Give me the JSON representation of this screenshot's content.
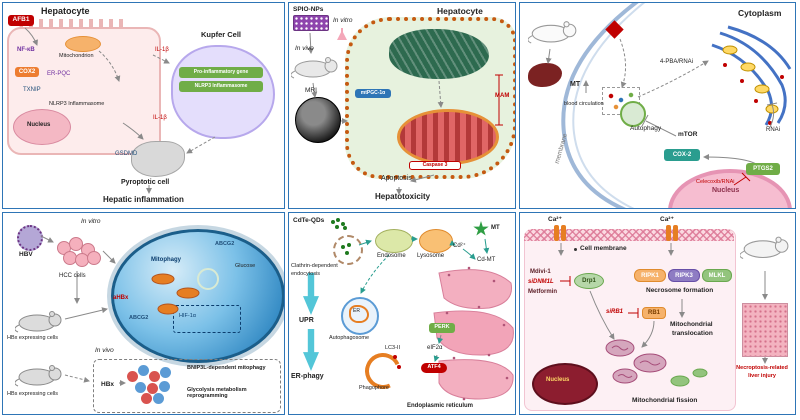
{
  "figure": {
    "panel1": {
      "title": "Hepatocyte",
      "afb1": "AFB1",
      "nfkb": "NF-κB",
      "mitochondrion": "Mitochondrion",
      "cox2": "COX2",
      "er_pqc": "ER-PQC",
      "txnip": "TXNIP",
      "nlrp3_hep": "NLRP3 Inflammasome",
      "nucleus": "Nucleus",
      "kupffer_title": "Kupfer Cell",
      "pro_inflammatory": "Pro-inflammatory gene",
      "nlrp3_kupffer": "NLRP3 Inflammasome",
      "il1b_top": "IL-1β",
      "il1b_bottom": "IL-1β",
      "gsdmd": "GSDMD",
      "pyroptotic": "Pyroptotic cell",
      "hepatic_inflammation": "Hepatic inflammation"
    },
    "panel2": {
      "spio": "SPIO-NPs",
      "in_vitro": "In vitro",
      "in_vivo": "In vivo",
      "mri": "MRI",
      "title": "Hepatocyte",
      "mam": "MAM",
      "mtpgc": "mtPGC-1α",
      "caspase": "Caspase 3",
      "apoptosis": "Apoptosis",
      "hepatotoxicity": "Hepatotoxicity"
    },
    "panel3": {
      "cytoplasm": "Cytoplasm",
      "mt": "MT",
      "blood": "blood circulation",
      "pba": "4-PBA/RNAi",
      "autophagy": "Autophagy",
      "mtor": "mTOR",
      "cox2": "COX-2",
      "celecoxib": "Celecoxib/RNAi",
      "ptgs2": "PTGS2",
      "rnai": "RNAi",
      "membrane": "membrane",
      "nucleus": "Nucleus"
    },
    "panel4": {
      "in_vitro": "In vitro",
      "hbv": "HBV",
      "hcc": "HCC cells",
      "hbx_cells": "HBx expressing cells",
      "in_vivo": "In vivo",
      "hbs_cells": "HBs expressing cells",
      "mitophagy": "Mitophagy",
      "abcg2_a": "ABCG2",
      "abcg2_b": "ABCG2",
      "glucose": "Glucose",
      "hif": "HIF-1α",
      "ahbx": "aHBx",
      "hbx": "HBx",
      "bnip3l": "BNIP3L-dependent mitophagy",
      "glycolysis": "Glycolysis metabolism reprogramming"
    },
    "panel5": {
      "qds": "CdTe-QDs",
      "clathrin1": "Clathrin-dependent",
      "clathrin2": "endocytosis",
      "endosome": "Endosome",
      "lysosome": "Lysosome",
      "cd": "Cd²⁺",
      "mt": "MT",
      "cdmt": "Cd-MT",
      "upr": "UPR",
      "erphagy": "ER-phagy",
      "autophagosome": "Autophagosome",
      "er": "ER",
      "lc3": "LC3-II",
      "phagophore": "Phagophore",
      "perk": "PERK",
      "eif2a": "eIF2α",
      "atf4": "ATF4",
      "er_full": "Endoplasmic reticulum"
    },
    "panel6": {
      "ca1": "Ca²⁺",
      "ca2": "Ca²⁺",
      "cell_membrane": "Cell membrane",
      "mdivi": "Mdivi-1",
      "sidnm1l": "siDNM1L",
      "metformin": "Metformin",
      "drp1": "Drp1",
      "ripk1": "RIPK1",
      "ripk3": "RIPK3",
      "mlkl": "MLKL",
      "necrosome": "Necrosome formation",
      "sirb1": "siRB1",
      "rb1": "RB1",
      "mito_trans1": "Mitochondrial",
      "mito_trans2": "translocation",
      "mito_fission": "Mitochondrial fission",
      "nucleus": "Nucleus",
      "injury1": "Necroptosis-related",
      "injury2": "liver injury"
    }
  }
}
